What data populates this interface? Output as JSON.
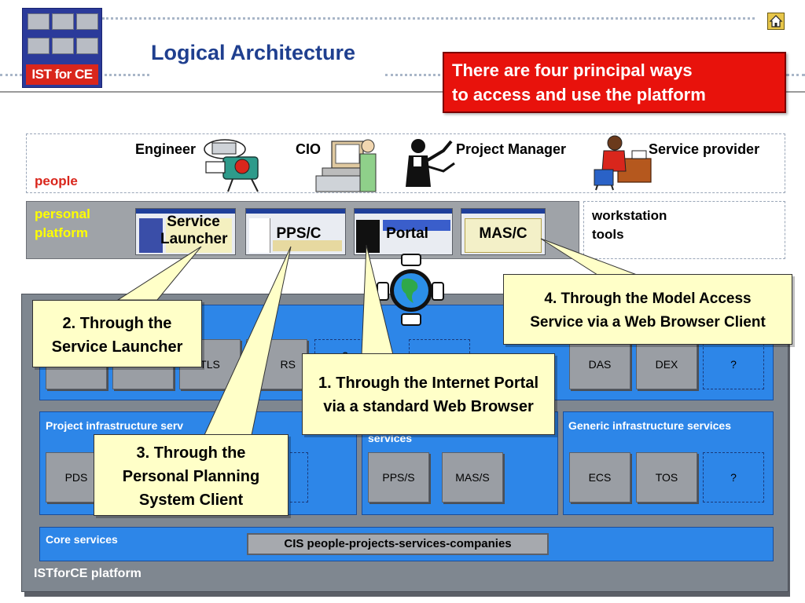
{
  "header": {
    "logo_text": "IST for CE",
    "title": "Logical Architecture",
    "home_icon": "home-icon",
    "headline": [
      "There are four principal ways",
      "to access and use the platform"
    ]
  },
  "people": {
    "label": "people",
    "roles": [
      "Engineer",
      "CIO",
      "Project Manager",
      "Service provider"
    ]
  },
  "personal_platform": {
    "label": [
      "personal",
      "platform"
    ],
    "clients": [
      "Service",
      "Launcher",
      "PPS/C",
      "Portal",
      "MAS/C"
    ],
    "workstation": [
      "workstation",
      "tools"
    ]
  },
  "platform": {
    "label": "ISTforCE platform",
    "top_row": [
      "TLS",
      "RS",
      "?",
      "DAS",
      "DEX",
      "?"
    ],
    "project_infra": {
      "label": "Project infrastructure serv",
      "services": [
        "PDS"
      ]
    },
    "middle": {
      "label": "services",
      "services": [
        "PPS/S",
        "MAS/S"
      ]
    },
    "generic_infra": {
      "label": "Generic infrastructure services",
      "services": [
        "ECS",
        "TOS",
        "?"
      ]
    },
    "core": {
      "label": "Core services",
      "cis": "CIS people-projects-services-companies"
    }
  },
  "callouts": {
    "one": [
      "1. Through the Internet Portal",
      "via a standard Web Browser"
    ],
    "two": [
      "2. Through the",
      "Service Launcher"
    ],
    "three": [
      "3. Through the",
      "Personal Planning",
      "System Client"
    ],
    "four": [
      "4. Through the Model Access",
      "Service via a Web Browser Client"
    ]
  }
}
